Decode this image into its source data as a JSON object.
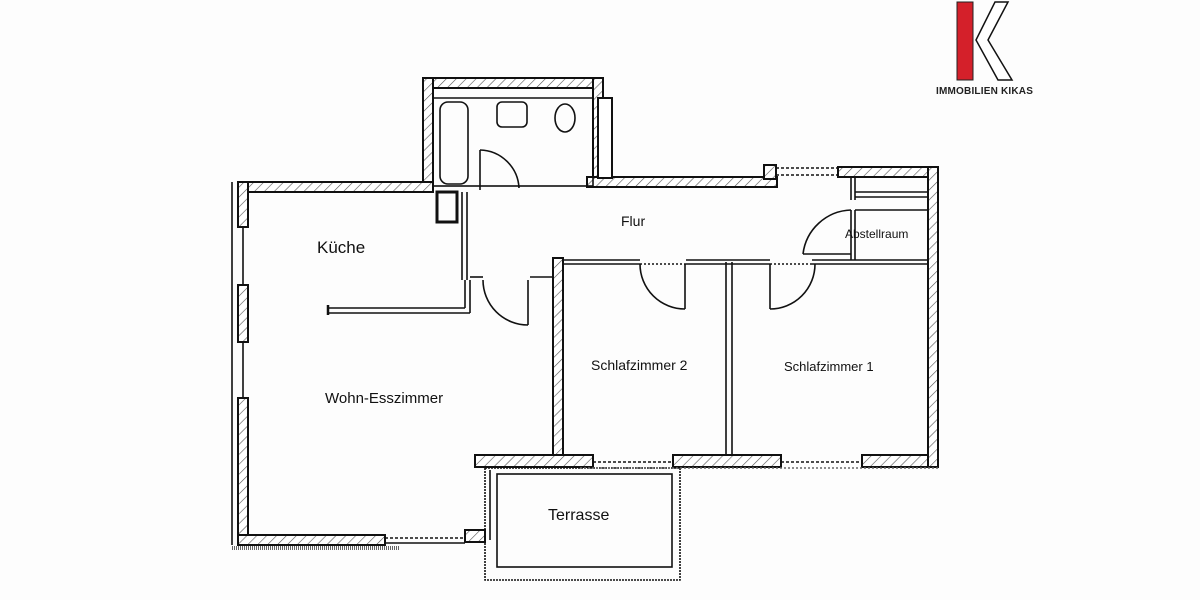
{
  "brand": {
    "name": "IMMOBILIEN KIKAS",
    "logo_letter": "K",
    "accent_color": "#d4202a"
  },
  "rooms": {
    "kueche": "Küche",
    "flur": "Flur",
    "abstellraum": "Abstellraum",
    "wohn_esszimmer": "Wohn-Esszimmer",
    "schlafzimmer_2": "Schlafzimmer 2",
    "schlafzimmer_1": "Schlafzimmer 1",
    "terrasse": "Terrasse"
  },
  "colors": {
    "wall": "#111111",
    "hatch": "#555555",
    "background": "#fdfdfd"
  }
}
